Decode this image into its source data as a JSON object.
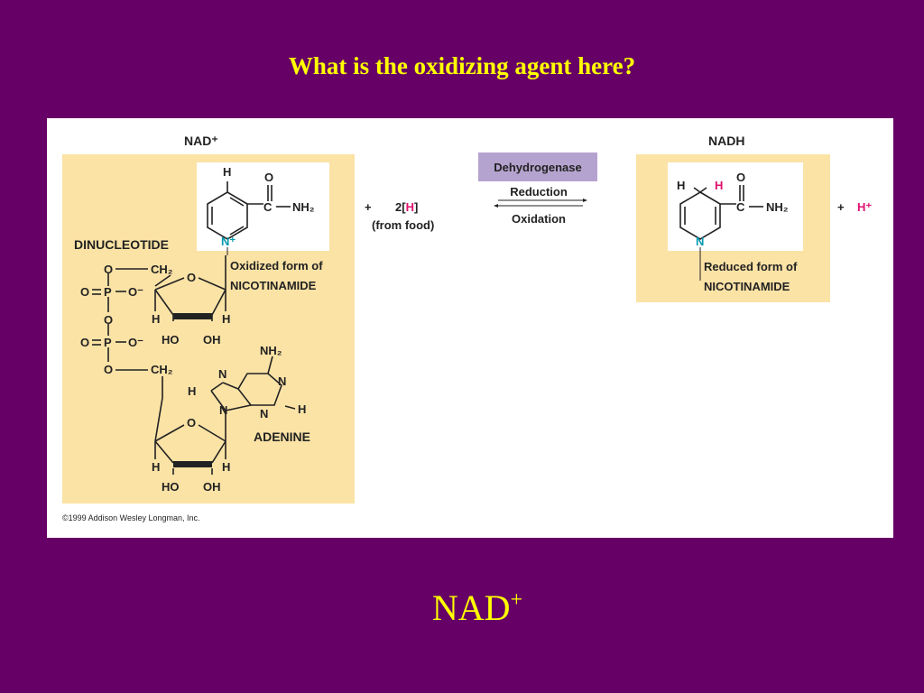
{
  "question": "What is the oxidizing agent here?",
  "answer": {
    "base": "NAD",
    "sup": "+"
  },
  "figure": {
    "nad_title": "NAD⁺",
    "nadh_title": "NADH",
    "dinucleotide": "DINUCLEOTIDE",
    "oxidized_line1": "Oxidized form of",
    "oxidized_line2": "NICOTINAMIDE",
    "reduced_line1": "Reduced form of",
    "reduced_line2": "NICOTINAMIDE",
    "adenine": "ADENINE",
    "plus": "+",
    "hydrogen_pre": "2[",
    "hydrogen_h": "H",
    "hydrogen_post": "]",
    "from_food": "(from food)",
    "enzyme": "Dehydrogenase",
    "reduction": "Reduction",
    "oxidation": "Oxidation",
    "proton": "H⁺",
    "copyright": "©1999 Addison Wesley Longman, Inc.",
    "atoms": {
      "H": "H",
      "O": "O",
      "C": "C",
      "N": "N",
      "N_plus": "N⁺",
      "NH2": "NH₂",
      "CH2": "CH₂",
      "P": "P",
      "O_minus": "O⁻",
      "HO": "HO",
      "OH": "OH"
    }
  },
  "colors": {
    "background": "#660066",
    "title_text": "#ffff00",
    "panel": "#fbe3a6",
    "enzyme_box": "#b5a3cf",
    "nitrogen": "#0099b0",
    "hydrogen_highlight": "#e0106e"
  }
}
